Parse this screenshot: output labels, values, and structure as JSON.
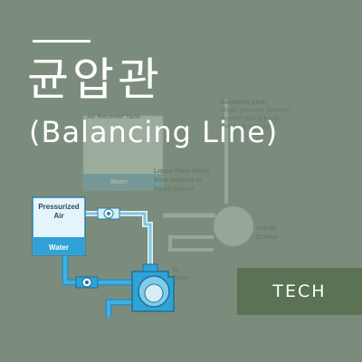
{
  "title_ko": "균압관",
  "title_en": "(Balancing Line)",
  "tag": "TECH",
  "diagram": {
    "balancing_line_title": "Balancing Line:",
    "balancing_line_desc_1": "Allows pressure between",
    "balancing_line_desc_2": "receiver tank & liquid",
    "balancing_line_desc_3": "drainer to equalize",
    "air_receiver_tank": "Air Receiver Tank",
    "water_faded": "Water",
    "liquid_flows_1": "Liquid flows freely",
    "liquid_flows_2": "from receiver to",
    "liquid_flows_3": "liquid drainer",
    "liquid_drainer_1": "Liquid",
    "liquid_drainer_2": "Drainer",
    "to_drain_1": "To",
    "to_drain_2": "Drain",
    "pressurized_1": "Pressurized",
    "pressurized_2": "Air",
    "water": "Water"
  },
  "colors": {
    "background": "#7b8c7c",
    "tag_background": "#5b7254",
    "water_blue": "#2fa3d6",
    "pipe_blue": "#bfe6f5"
  }
}
